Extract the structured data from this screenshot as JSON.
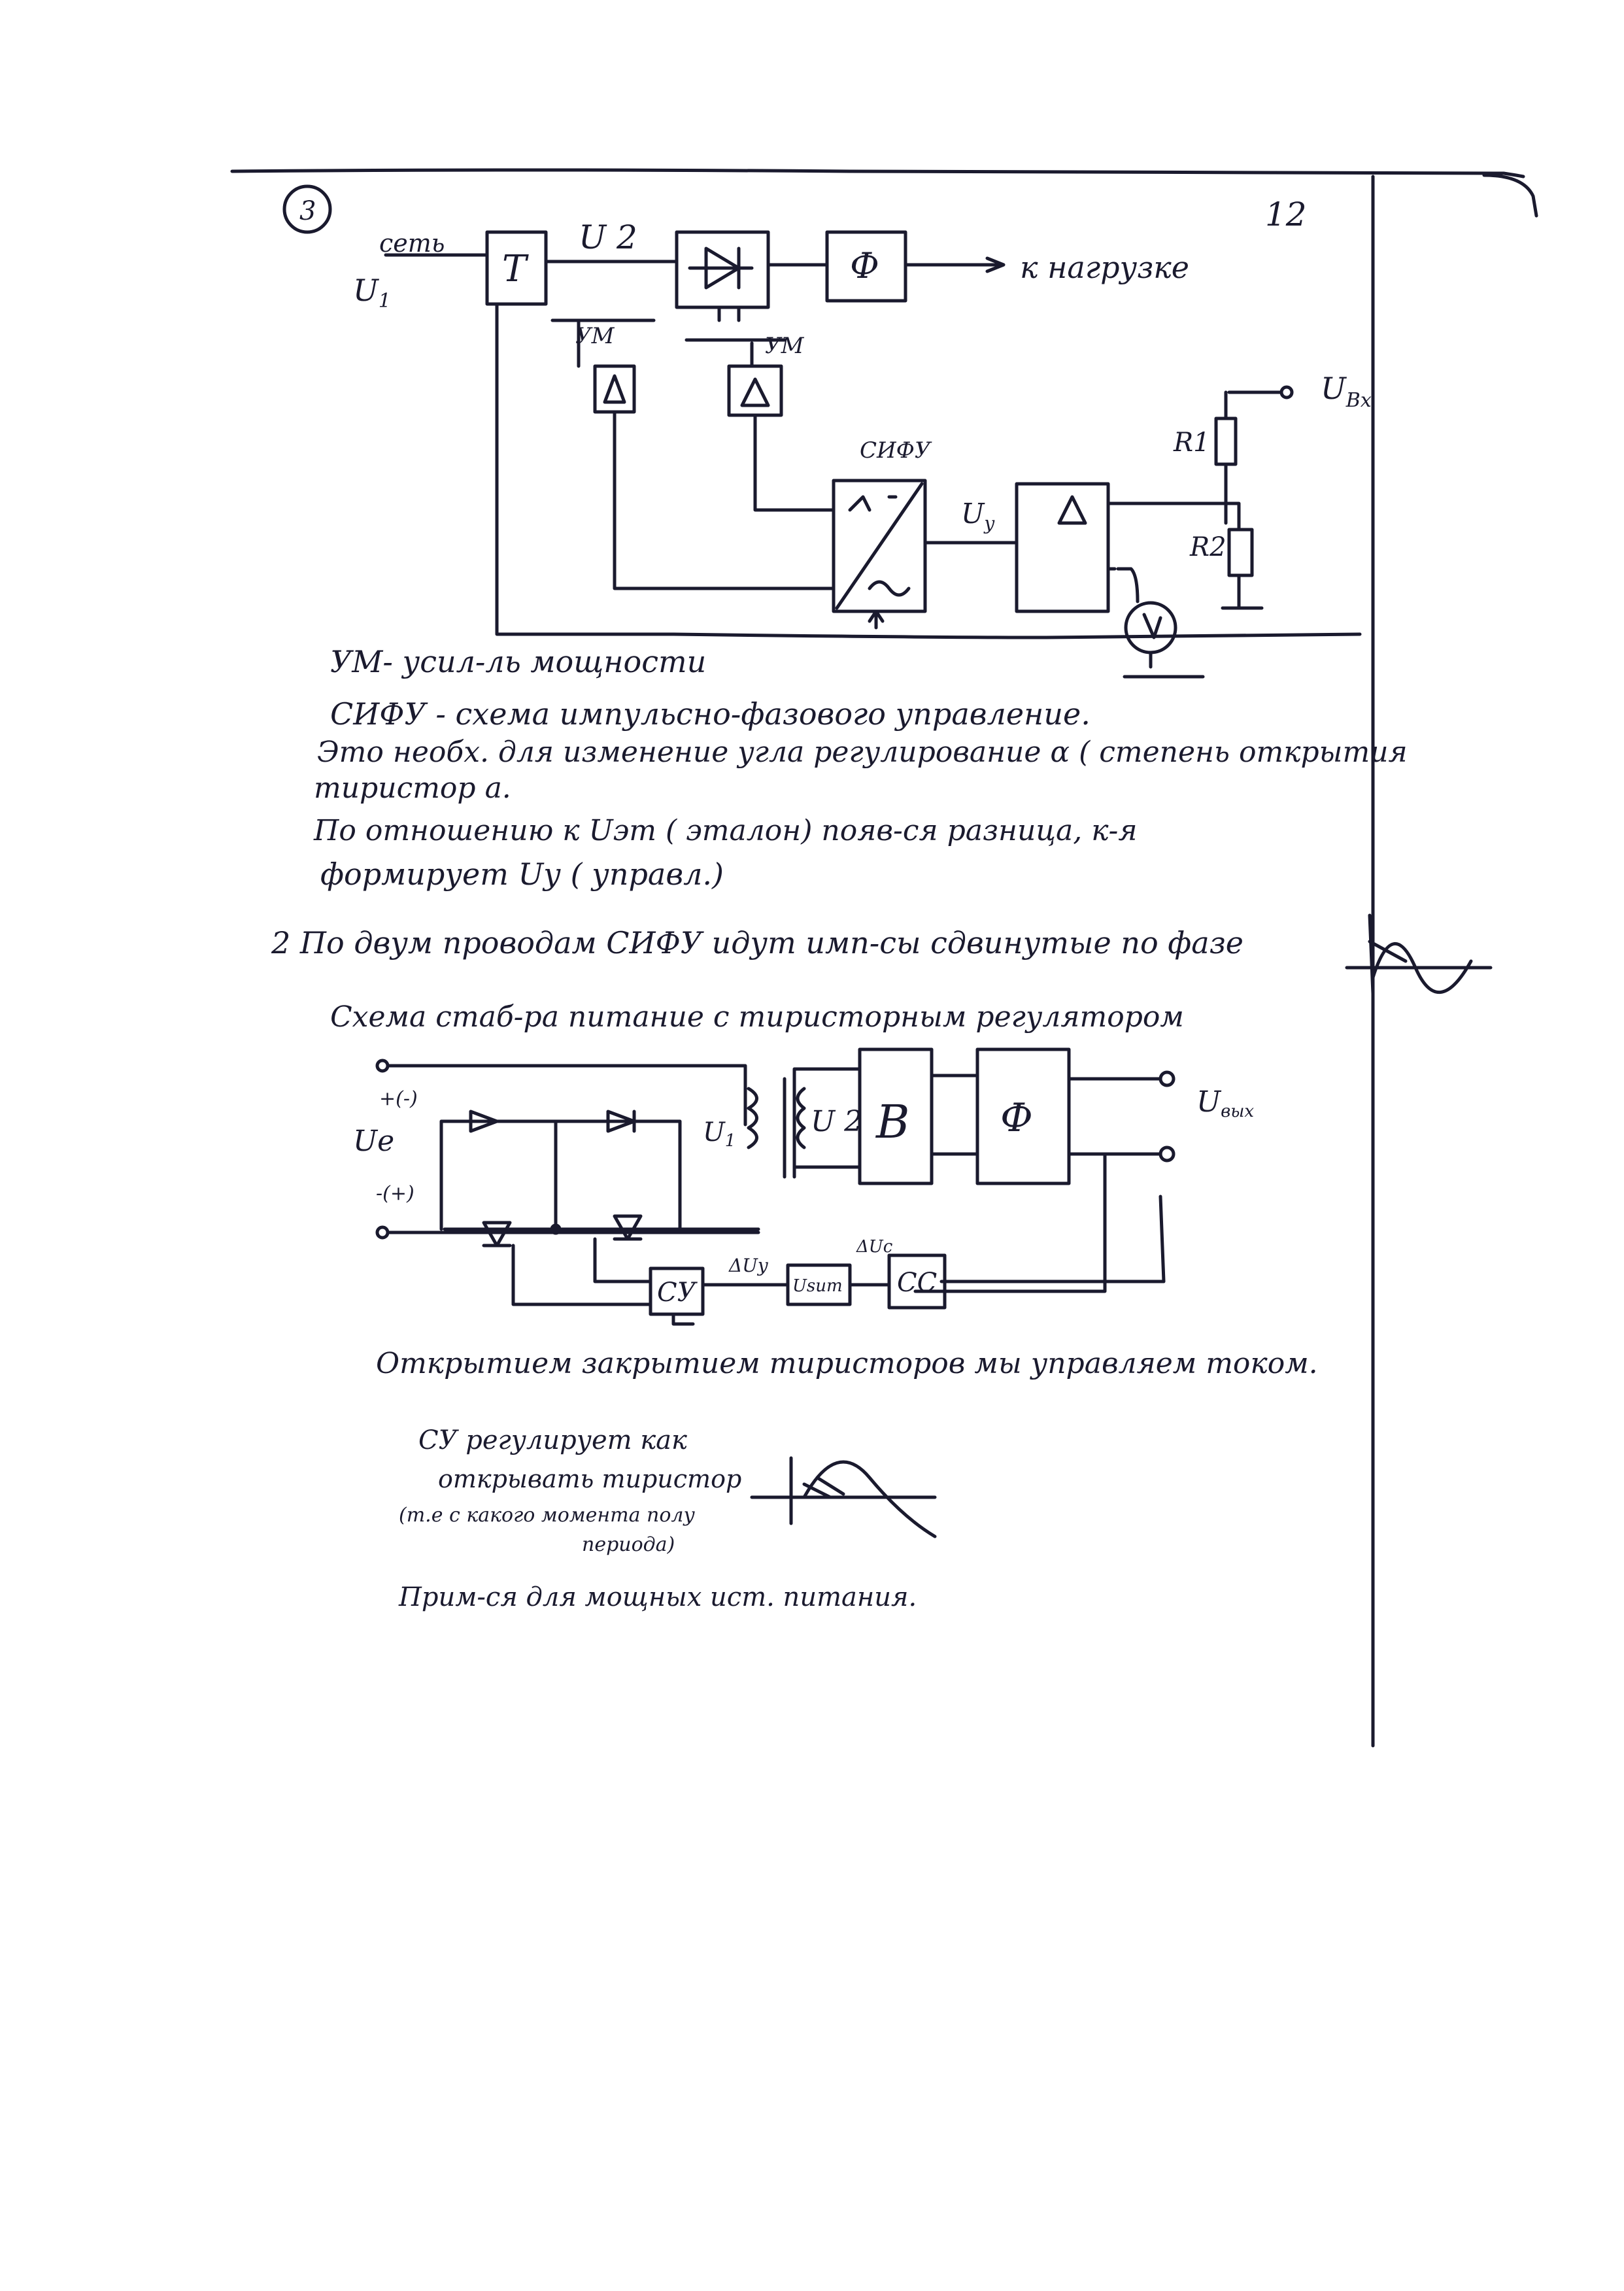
{
  "page": {
    "item_number": "3",
    "page_number": "12"
  },
  "diagram1": {
    "net_label": "сеть",
    "u1": "U",
    "u1_sub": "1",
    "transformer": "T",
    "u2": "U 2",
    "filter": "Ф",
    "to_load": "к нагрузке",
    "um_left": "УМ",
    "um_right": "УМ",
    "amp1": "Δ",
    "amp2": "Δ",
    "sifu": "СИФУ",
    "uy": "U",
    "uy_sub": "y",
    "comparator": "Δ",
    "uvx": "U",
    "uvx_sub": "Bx",
    "r1": "R1",
    "r2": "R2"
  },
  "notes": {
    "line1": "УМ- усил-ль мощности",
    "line2": "СИФУ - схема импульсно-фазового управление.",
    "line3": "Это необх. для изменение угла регулирование α ( степень открытия",
    "line4": "тиристор а.",
    "line5": "По отношению к Uэт ( эталон) появ-ся разница, к-я",
    "line6": "формирует Uу ( управл.)",
    "line7": "2 По двум проводам СИФУ идут имп-сы сдвинутые по фазе"
  },
  "diagram2": {
    "title": "Схема стаб-ра питание с тиристорным регулятором",
    "plus_minus": "+(-)",
    "minus_plus": "-(+)",
    "ue": "Ue",
    "u1": "U",
    "u1_sub": "1",
    "u2": "U 2",
    "rectifier": "B",
    "filter": "Ф",
    "uvyx": "U",
    "uvyx_sub": "вых",
    "su": "СУ",
    "delta_uy": "ΔUу",
    "delta_uc": "ΔUc",
    "box_mid": "Usum",
    "ss": "СС"
  },
  "notes2": {
    "line1": "Открытием закрытием тиристоров мы управляем током.",
    "line2": "СУ регулирует как",
    "line3": "открывать тиристор",
    "line4": "(т.е с какого момента полу",
    "line5": "периода)",
    "line6": "Прим-ся для мощных ист. питания."
  }
}
